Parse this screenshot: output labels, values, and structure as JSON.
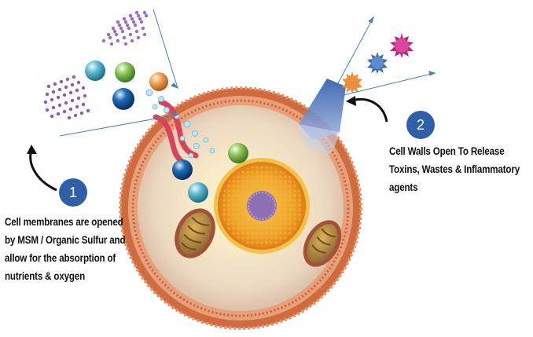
{
  "steps": [
    {
      "number": "1",
      "lines": [
        "Cell membranes are opened",
        "by MSM / Organic Sulfur and",
        "allow for the absorption of",
        "nutrients & oxygen"
      ]
    },
    {
      "number": "2",
      "lines": [
        "Cell Walls Open To Release",
        "Toxins, Wastes & Inflammatory",
        "agents"
      ]
    }
  ],
  "colors": {
    "badge": "#2f5fa8",
    "membrane": "#c8623a",
    "cytoplasm": "#ead8c3",
    "nucleus": "#e98b21",
    "nucleolus": "#8e6fb2"
  }
}
